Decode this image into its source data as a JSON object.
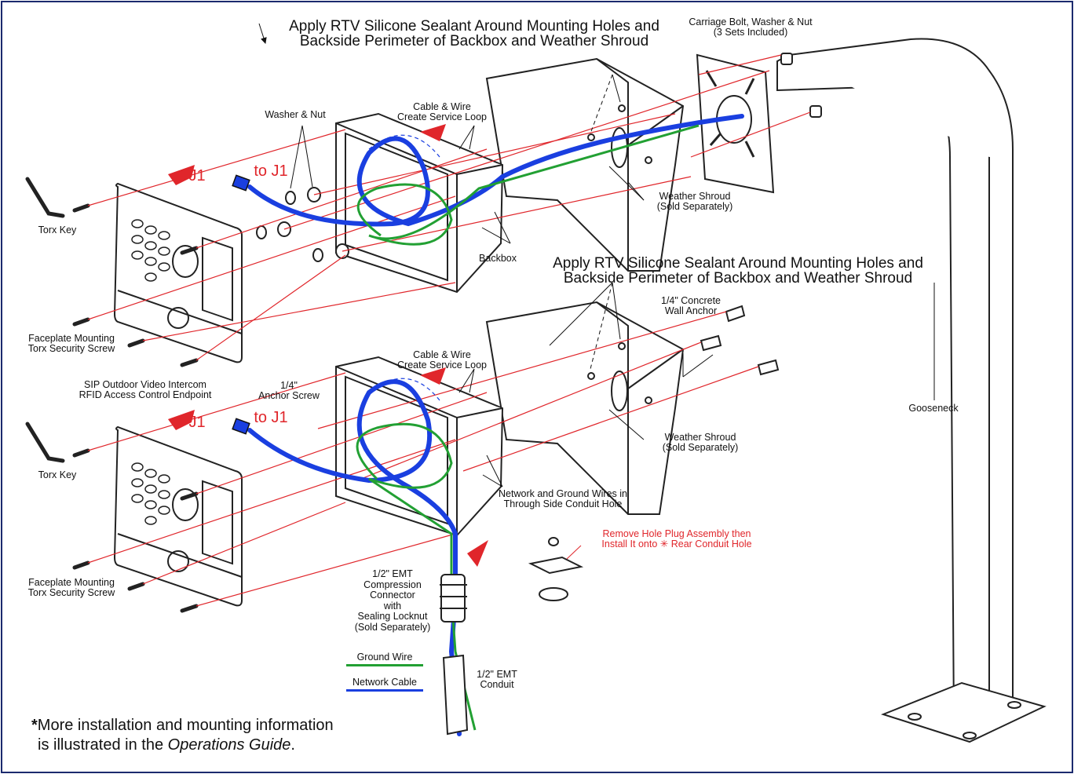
{
  "diagram": {
    "rtv_top": [
      "Apply RTV Silicone Sealant Around Mounting Holes and",
      "Backside Perimeter of Backbox and Weather Shroud"
    ],
    "rtv_mid": [
      "Apply RTV Silicone Sealant Around Mounting Holes and",
      "Backside Perimeter of Backbox and Weather Shroud"
    ],
    "carriage_bolt": [
      "Carriage Bolt, Washer & Nut",
      "(3 Sets Included)"
    ],
    "washer_nut": "Washer & Nut",
    "cable_wire_top": [
      "Cable & Wire",
      "Create Service Loop"
    ],
    "cable_wire_bottom": [
      "Cable & Wire",
      "Create Service Loop"
    ],
    "j1_top": "J1",
    "to_j1_top": "to J1",
    "j1_bottom": "J1",
    "to_j1_bottom": "to J1",
    "torx_key_top": "Torx Key",
    "torx_key_bottom": "Torx Key",
    "weather_shroud_top": [
      "Weather Shroud",
      "(Sold Separately)"
    ],
    "weather_shroud_bottom": [
      "Weather Shroud",
      "(Sold Separately)"
    ],
    "backbox": "Backbox",
    "faceplate_top": [
      "Faceplate Mounting",
      "Torx Security Screw"
    ],
    "faceplate_bottom": [
      "Faceplate Mounting",
      "Torx Security Screw"
    ],
    "concrete_anchor": [
      "1/4\" Concrete",
      "Wall Anchor"
    ],
    "product": [
      "SIP Outdoor Video Intercom",
      "RFID Access Control Endpoint"
    ],
    "anchor_screw": [
      "1/4\"",
      "Anchor Screw"
    ],
    "gooseneck": "Gooseneck",
    "network_ground": [
      "Network and Ground Wires in",
      "Through Side Conduit Hole"
    ],
    "remove_plug": [
      "Remove Hole Plug Assembly then",
      "Install It onto ✳ Rear Conduit Hole"
    ],
    "compression": [
      "1/2\" EMT",
      "Compression",
      "Connector",
      "with",
      "Sealing Locknut",
      "(Sold Separately)"
    ],
    "ground_wire": "Ground Wire",
    "network_cable": "Network Cable",
    "emt_conduit": [
      "1/2\" EMT",
      "Conduit"
    ],
    "note_star": "*",
    "note_line1": "More installation and mounting information",
    "note_line2_pre": "is illustrated in the ",
    "note_line2_em": "Operations Guide",
    "note_line2_post": ".",
    "colors": {
      "network": "#1a3fe0",
      "ground": "#22a033",
      "red": "#e0262b",
      "frame": "#1b2a6e"
    }
  }
}
